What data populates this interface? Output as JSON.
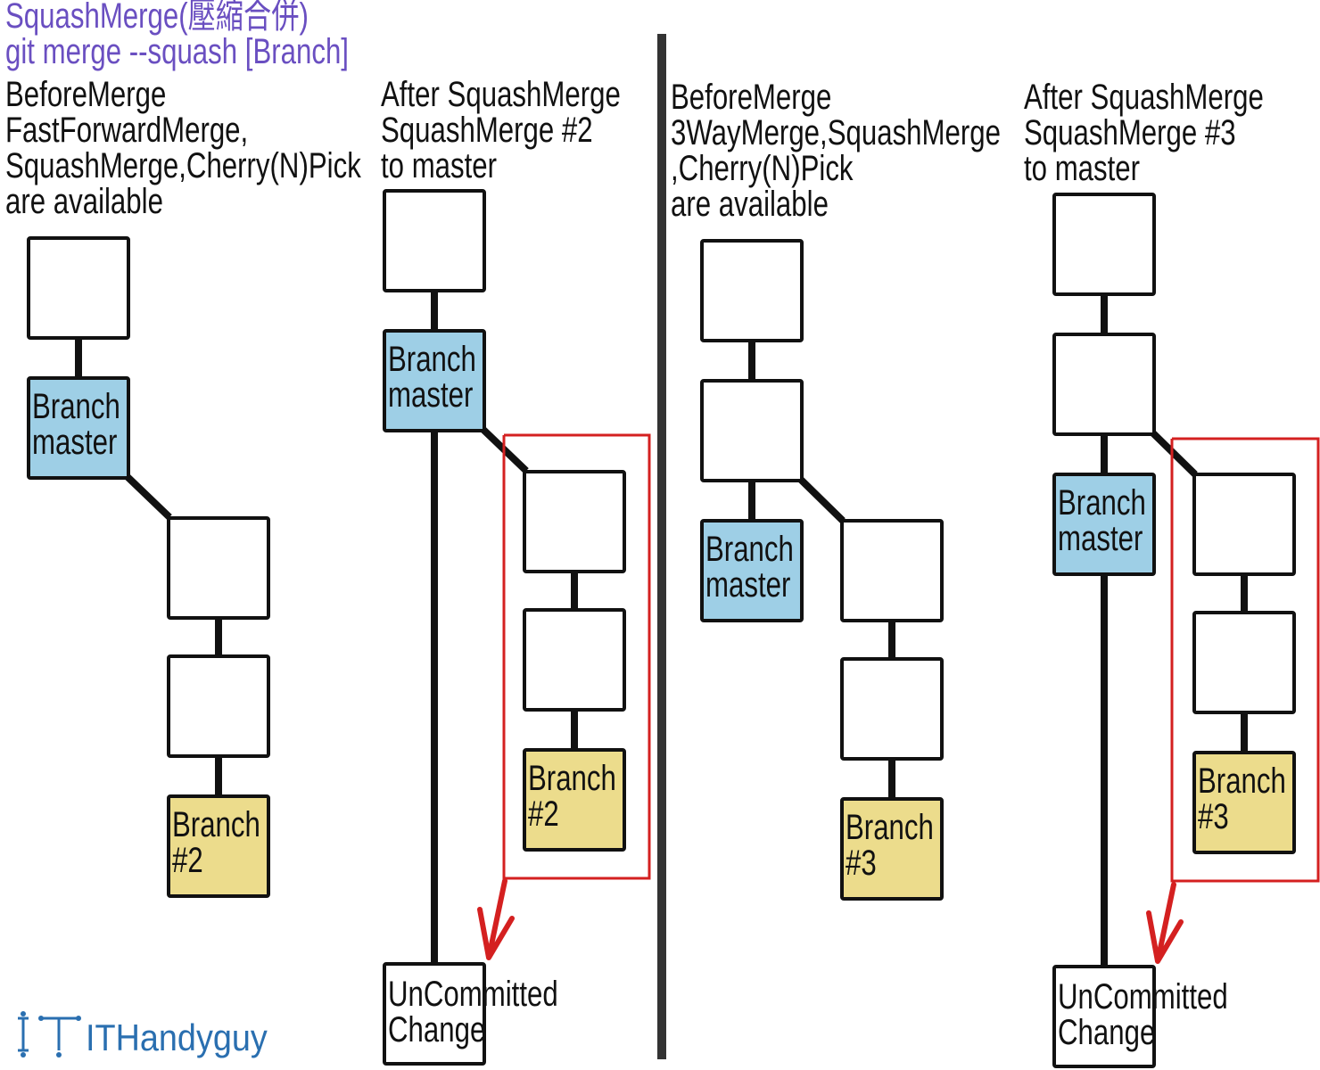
{
  "header": {
    "title_line1": "SquashMerge(壓縮合併)",
    "title_line2": "git merge --squash [Branch]"
  },
  "panels": [
    {
      "caption": "BeforeMerge\nFastForwardMerge,\nSquashMerge,Cherry(N)Pick\nare available",
      "nodes": [
        "",
        "Branch\nmaster",
        "",
        "",
        "Branch\n#2"
      ]
    },
    {
      "caption": "After SquashMerge\nSquashMerge #2\nto master",
      "nodes": [
        "",
        "Branch\nmaster",
        "",
        "",
        "Branch\n#2",
        "UnCommitted\nChange"
      ]
    },
    {
      "caption": "BeforeMerge\n3WayMerge,SquashMerge\n,Cherry(N)Pick\nare available",
      "nodes": [
        "",
        "",
        "Branch\nmaster",
        "",
        "",
        "Branch\n#3"
      ]
    },
    {
      "caption": "After SquashMerge\nSquashMerge #3\nto master",
      "nodes": [
        "",
        "",
        "Branch\nmaster",
        "",
        "",
        "Branch\n#3",
        "UnCommitted\nChange"
      ]
    }
  ],
  "colors": {
    "title": "#6a4fc1",
    "branch_master": "#9ecfe6",
    "branch_feature": "#ecdc8c",
    "squash_highlight": "#d42020",
    "logo": "#2a6fb0"
  },
  "logo": {
    "text": "ITHandyguy"
  }
}
